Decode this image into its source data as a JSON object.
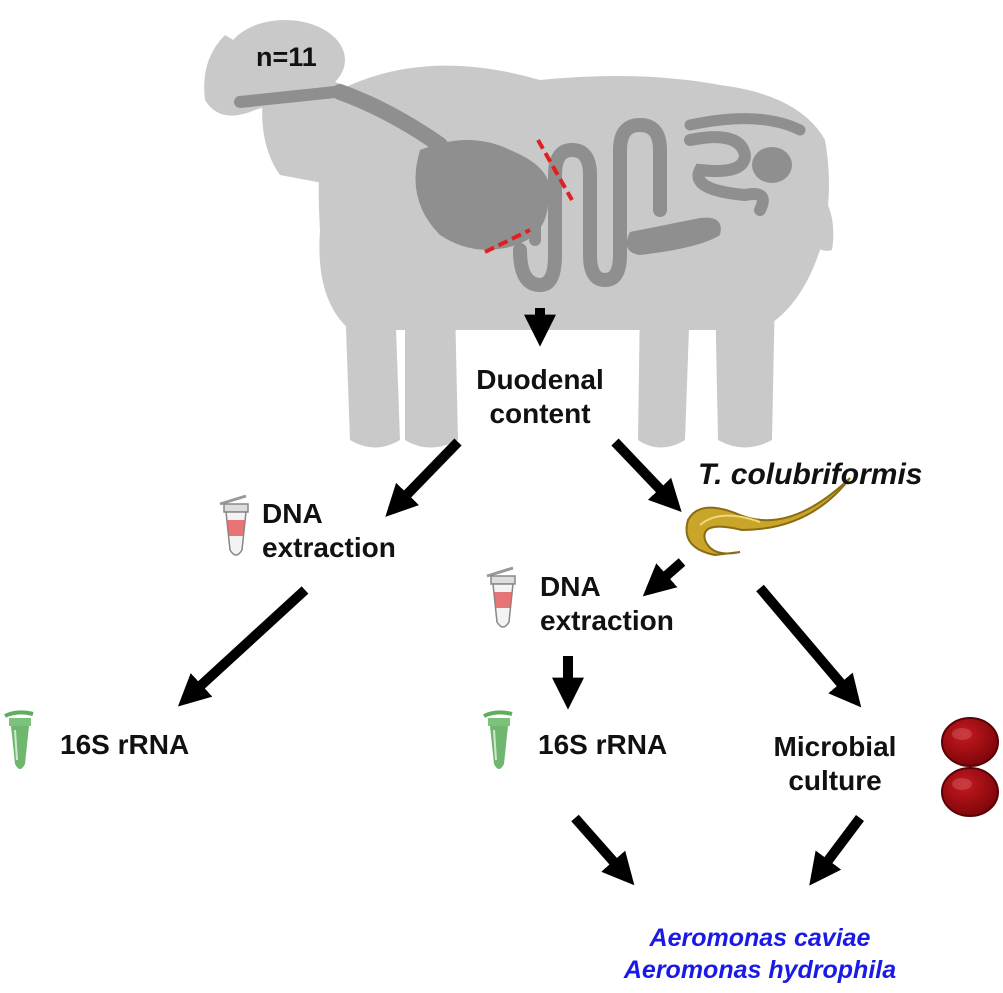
{
  "colors": {
    "sheep": "#c9c9c9",
    "organ": "#8f8f8f",
    "arrow": "#000000",
    "cut_line": "#e02020",
    "text": "#111111",
    "species_text": "#1a1ae6",
    "worm": "#c9a52a",
    "tube_red": "#e35d5d",
    "tube_green": "#5fae5f",
    "plate": "#a5060c"
  },
  "labels": {
    "sample_size": "n=11",
    "duodenal_line1": "Duodenal",
    "duodenal_line2": "content",
    "nematode": "T. colubriformis",
    "dna_left_line1": "DNA",
    "dna_left_line2": "extraction",
    "dna_right_line1": "DNA",
    "dna_right_line2": "extraction",
    "rrna_left": "16S rRNA",
    "rrna_right": "16S rRNA",
    "culture_line1": "Microbial",
    "culture_line2": "culture",
    "species_1": "Aeromonas caviae",
    "species_2": "Aeromonas hydrophila"
  },
  "icons": {
    "sheep": "sheep-silhouette-icon",
    "intestine": "intestine-icon",
    "worm": "worm-icon",
    "tube_dna": "microtube-icon",
    "tube_pcr": "pcr-tube-icon",
    "plate": "petri-dish-icon"
  }
}
